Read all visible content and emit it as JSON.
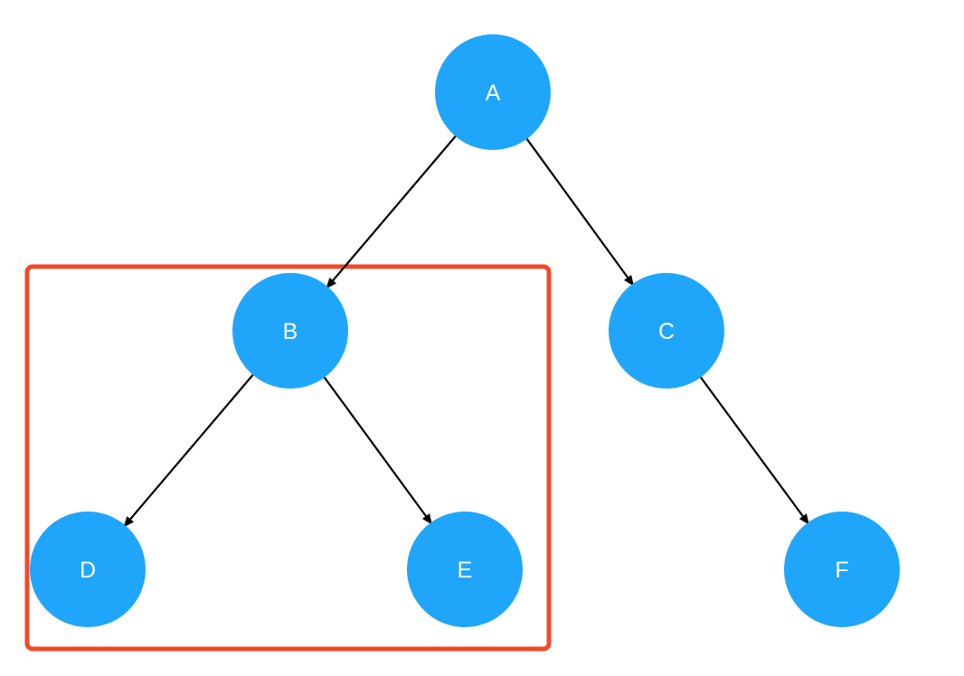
{
  "colors": {
    "node_fill": "#1FA6FB",
    "node_text": "#FFFFFF",
    "edge": "#000000",
    "highlight": "#F04A2B",
    "background": "#FFFFFF"
  },
  "nodes": [
    {
      "id": "A",
      "label": "A"
    },
    {
      "id": "B",
      "label": "B"
    },
    {
      "id": "C",
      "label": "C"
    },
    {
      "id": "D",
      "label": "D"
    },
    {
      "id": "E",
      "label": "E"
    },
    {
      "id": "F",
      "label": "F"
    }
  ],
  "edges": [
    {
      "from": "A",
      "to": "B"
    },
    {
      "from": "A",
      "to": "C"
    },
    {
      "from": "B",
      "to": "D"
    },
    {
      "from": "B",
      "to": "E"
    },
    {
      "from": "C",
      "to": "F"
    }
  ],
  "highlight": {
    "contains": [
      "B",
      "D",
      "E"
    ]
  }
}
